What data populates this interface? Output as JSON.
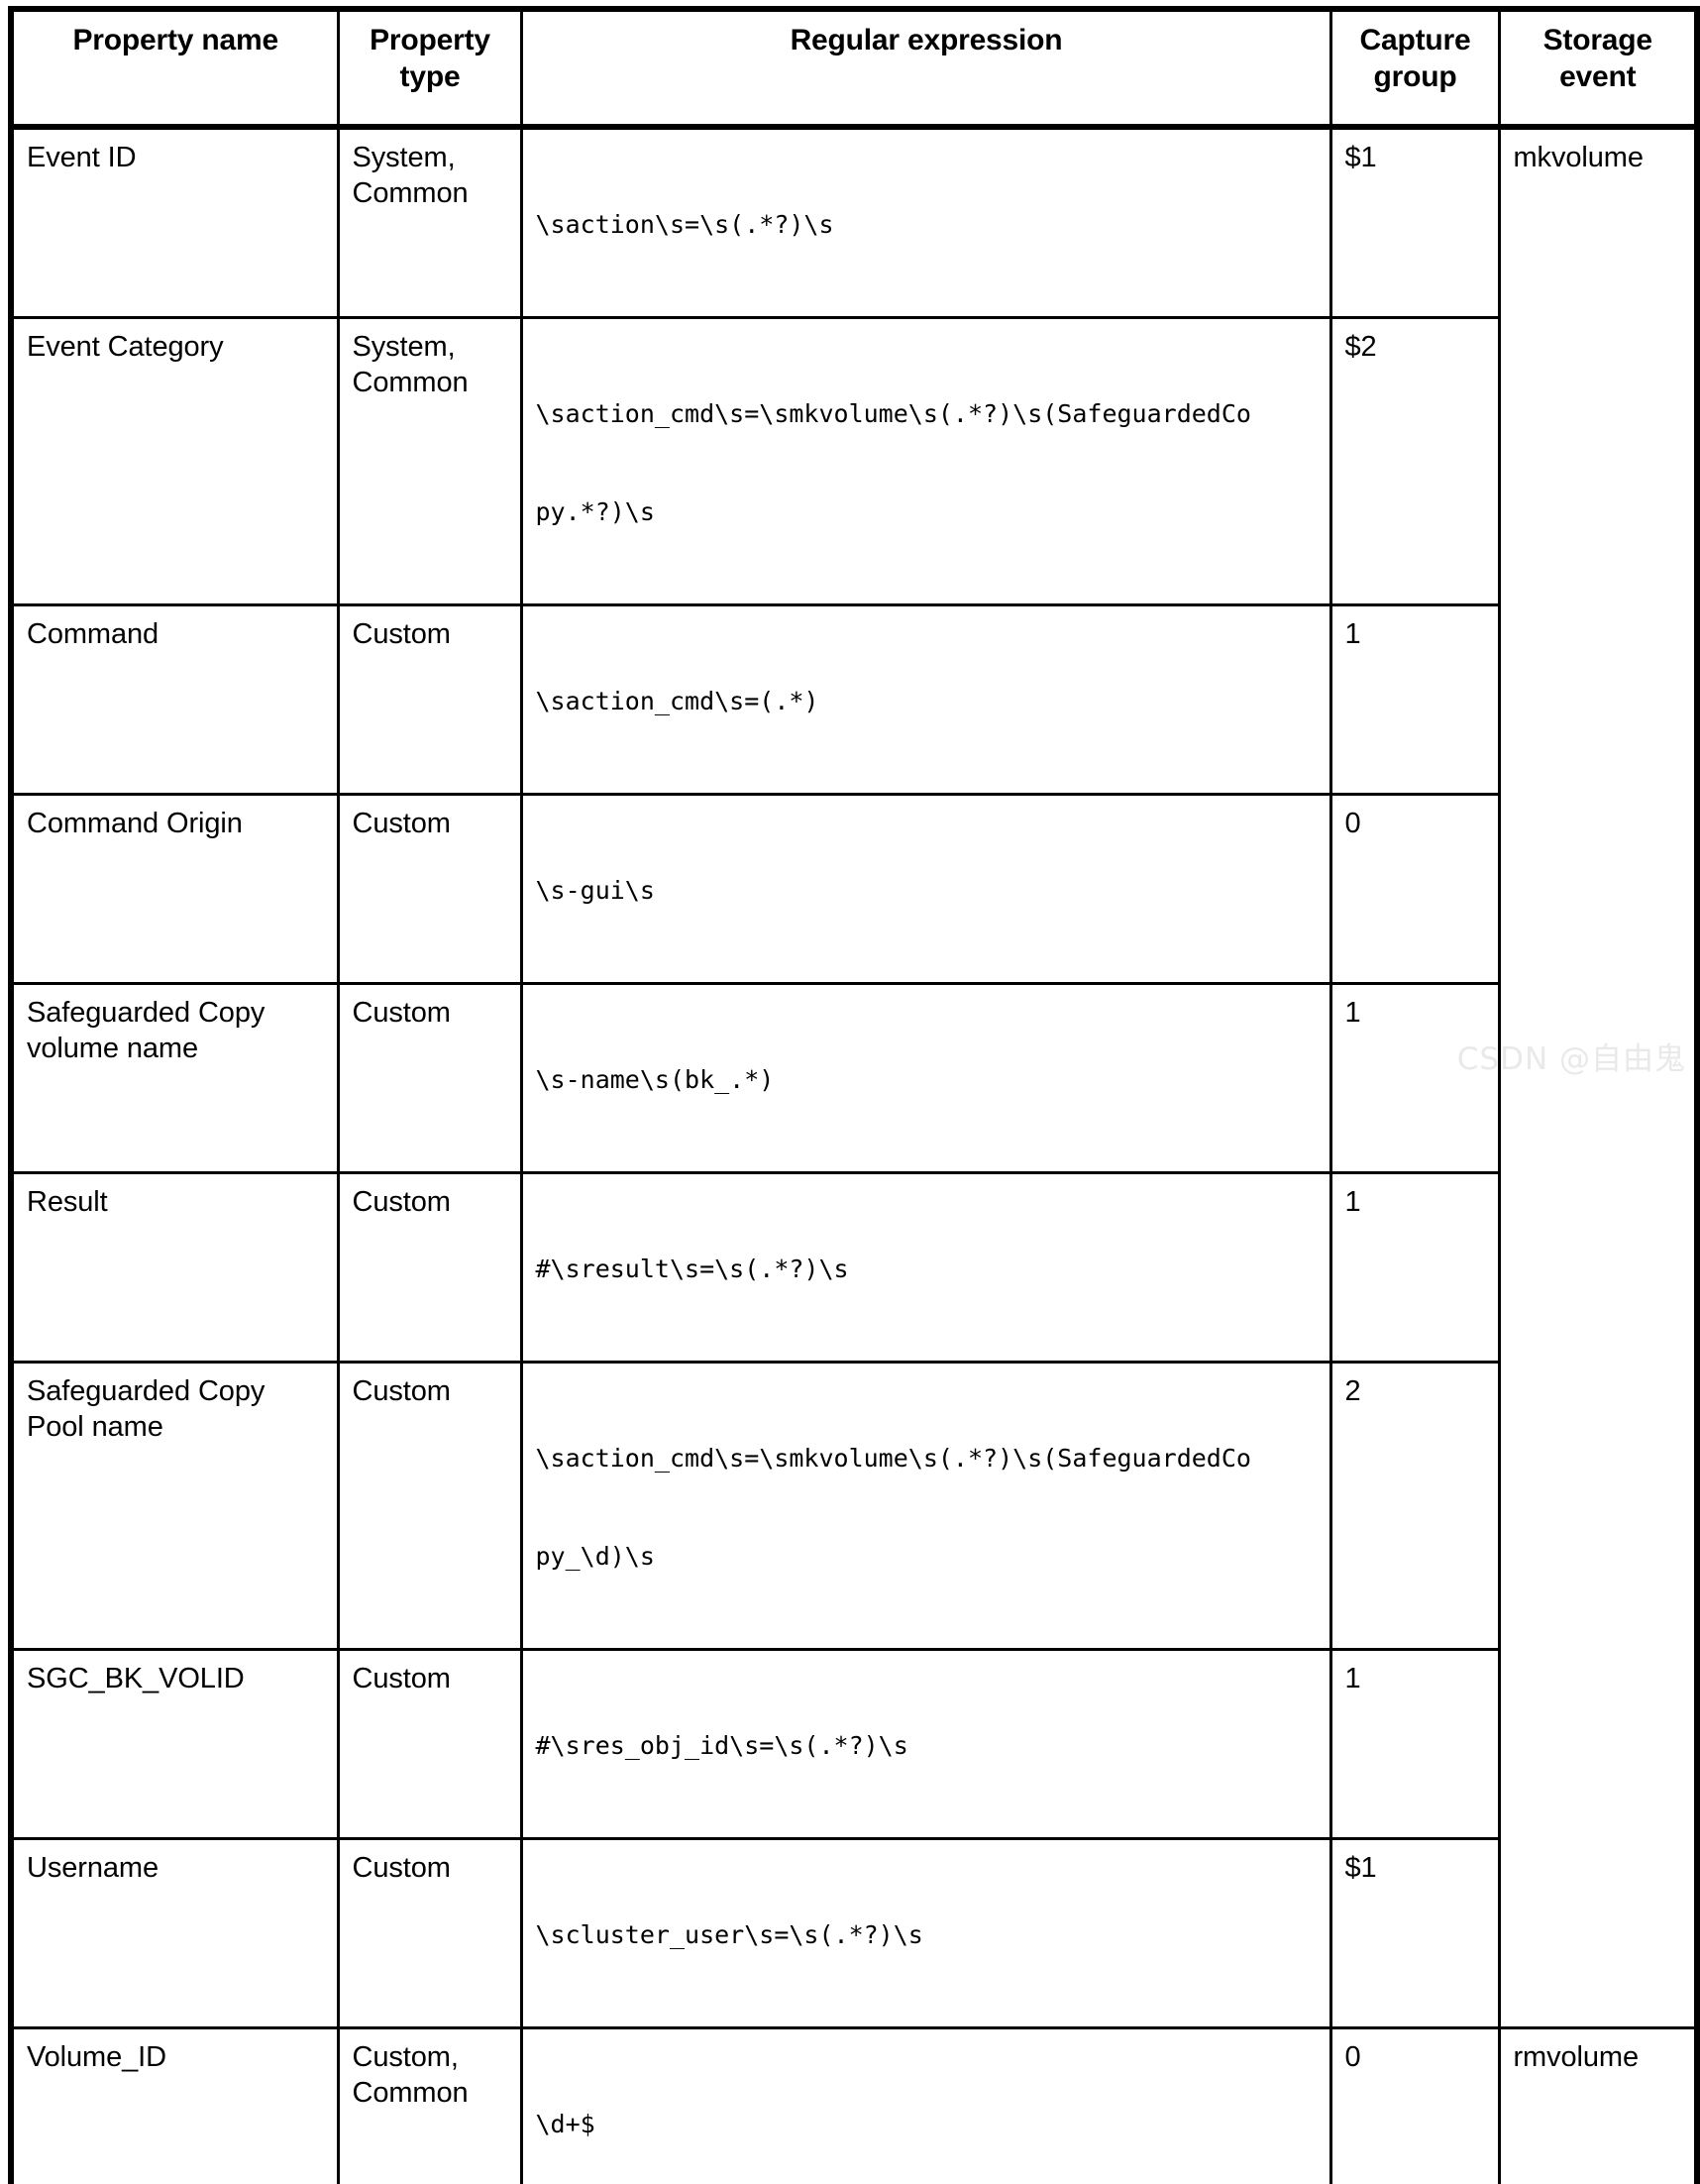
{
  "table": {
    "columns": [
      {
        "key": "property_name",
        "label": "Property name"
      },
      {
        "key": "property_type",
        "label": "Property type"
      },
      {
        "key": "regular_expression",
        "label": "Regular expression"
      },
      {
        "key": "capture_group",
        "label": "Capture group"
      },
      {
        "key": "storage_event",
        "label": "Storage event"
      }
    ],
    "header": {
      "property_name": "Property name",
      "property_type_line1": "Property",
      "property_type_line2": "type",
      "regular_expression": "Regular expression",
      "capture_group_line1": "Capture",
      "capture_group_line2": "group",
      "storage_event_line1": "Storage",
      "storage_event_line2": "event"
    },
    "rows": [
      {
        "property_name": "Event ID",
        "property_type_line1": "System,",
        "property_type_line2": "Common",
        "regex_line1": "\\saction\\s=\\s(.*?)\\s",
        "regex_line2": "",
        "capture_group": "$1",
        "storage_event": "mkvolume"
      },
      {
        "property_name": "Event Category",
        "property_type_line1": "System,",
        "property_type_line2": "Common",
        "regex_line1": "\\saction_cmd\\s=\\smkvolume\\s(.*?)\\s(SafeguardedCo",
        "regex_line2": "py.*?)\\s",
        "capture_group": "$2",
        "storage_event": ""
      },
      {
        "property_name": "Command",
        "property_type_line1": "Custom",
        "property_type_line2": "",
        "regex_line1": "\\saction_cmd\\s=(.*)",
        "regex_line2": "",
        "capture_group": "1",
        "storage_event": ""
      },
      {
        "property_name": "Command Origin",
        "property_type_line1": "Custom",
        "property_type_line2": "",
        "regex_line1": "\\s-gui\\s",
        "regex_line2": "",
        "capture_group": "0",
        "storage_event": ""
      },
      {
        "property_name_line1": "Safeguarded Copy",
        "property_name_line2": "volume name",
        "property_type_line1": "Custom",
        "property_type_line2": "",
        "regex_line1": "\\s-name\\s(bk_.*)",
        "regex_line2": "",
        "capture_group": "1",
        "storage_event": ""
      },
      {
        "property_name": "Result",
        "property_type_line1": "Custom",
        "property_type_line2": "",
        "regex_line1": "#\\sresult\\s=\\s(.*?)\\s",
        "regex_line2": "",
        "capture_group": "1",
        "storage_event": ""
      },
      {
        "property_name_line1": "Safeguarded Copy",
        "property_name_line2": "Pool name",
        "property_type_line1": "Custom",
        "property_type_line2": "",
        "regex_line1": "\\saction_cmd\\s=\\smkvolume\\s(.*?)\\s(SafeguardedCo",
        "regex_line2": "py_\\d)\\s",
        "capture_group": "2",
        "storage_event": ""
      },
      {
        "property_name": "SGC_BK_VOLID",
        "property_type_line1": "Custom",
        "property_type_line2": "",
        "regex_line1": "#\\sres_obj_id\\s=\\s(.*?)\\s",
        "regex_line2": "",
        "capture_group": "1",
        "storage_event": ""
      },
      {
        "property_name": "Username",
        "property_type_line1": "Custom",
        "property_type_line2": "",
        "regex_line1": "\\scluster_user\\s=\\s(.*?)\\s",
        "regex_line2": "",
        "capture_group": "$1",
        "storage_event": ""
      },
      {
        "property_name": "Volume_ID",
        "property_type_line1": "Custom,",
        "property_type_line2": "Common",
        "regex_line1": "\\d+$",
        "regex_line2": "",
        "capture_group": "0",
        "storage_event": "rmvolume"
      }
    ]
  },
  "watermark": {
    "text": "CSDN @自由鬼"
  },
  "colors": {
    "border": "#000000",
    "background": "#ffffff",
    "text": "#000000",
    "watermark": "#e9e9e9"
  }
}
